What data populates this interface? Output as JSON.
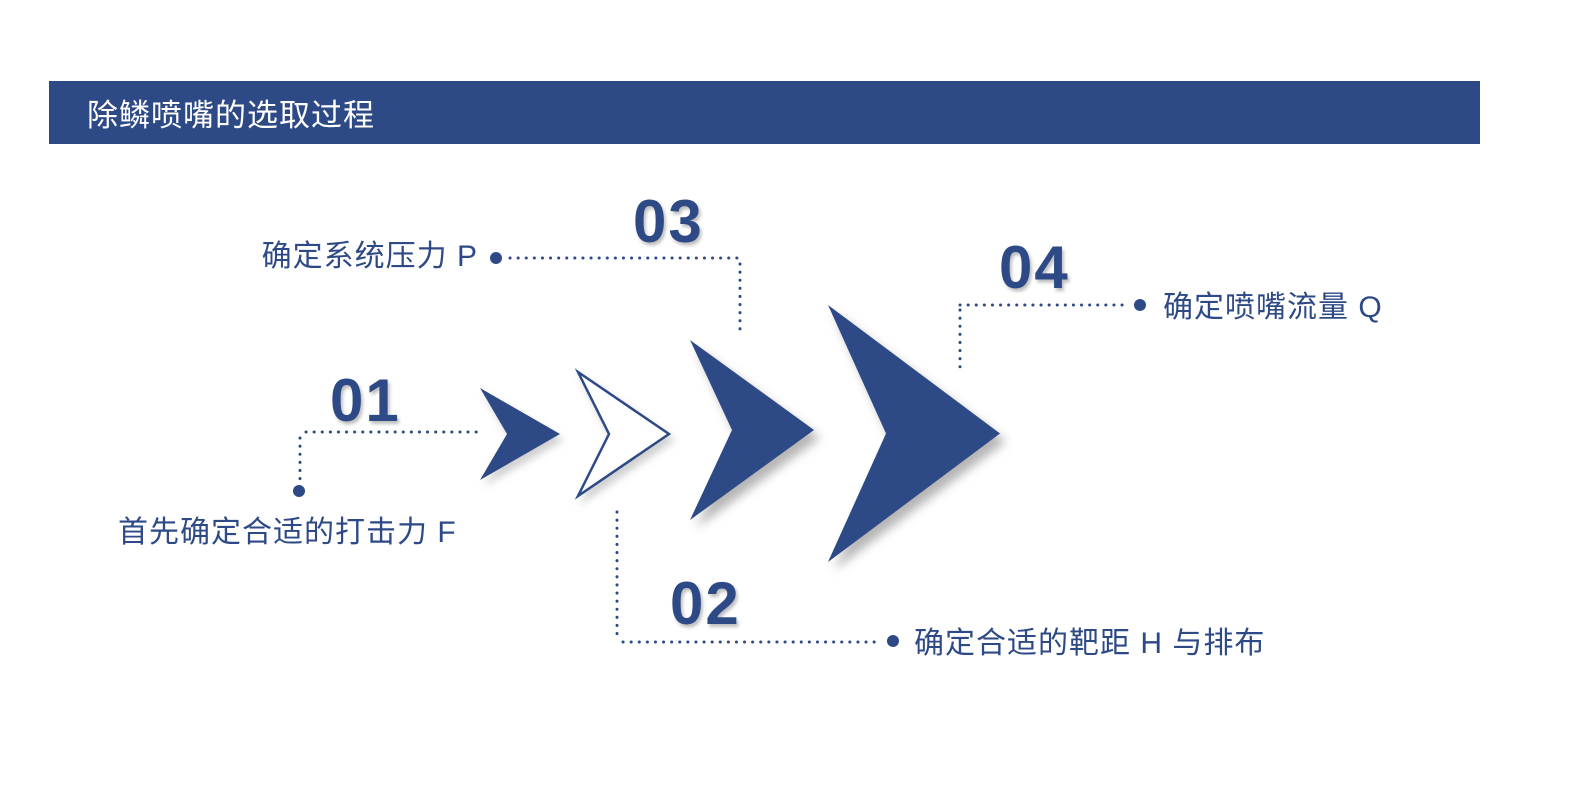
{
  "slide": {
    "title": "除鳞喷嘴的选取过程"
  },
  "steps": [
    {
      "number": "01",
      "label": "首先确定合适的打击力 F"
    },
    {
      "number": "02",
      "label": "确定合适的靶距 H 与排布"
    },
    {
      "number": "03",
      "label": "确定系统压力 P"
    },
    {
      "number": "04",
      "label": "确定喷嘴流量 Q"
    }
  ],
  "colors": {
    "primary": "#2e4a86",
    "title_bg": "#2e4a86",
    "background": "#ffffff"
  }
}
